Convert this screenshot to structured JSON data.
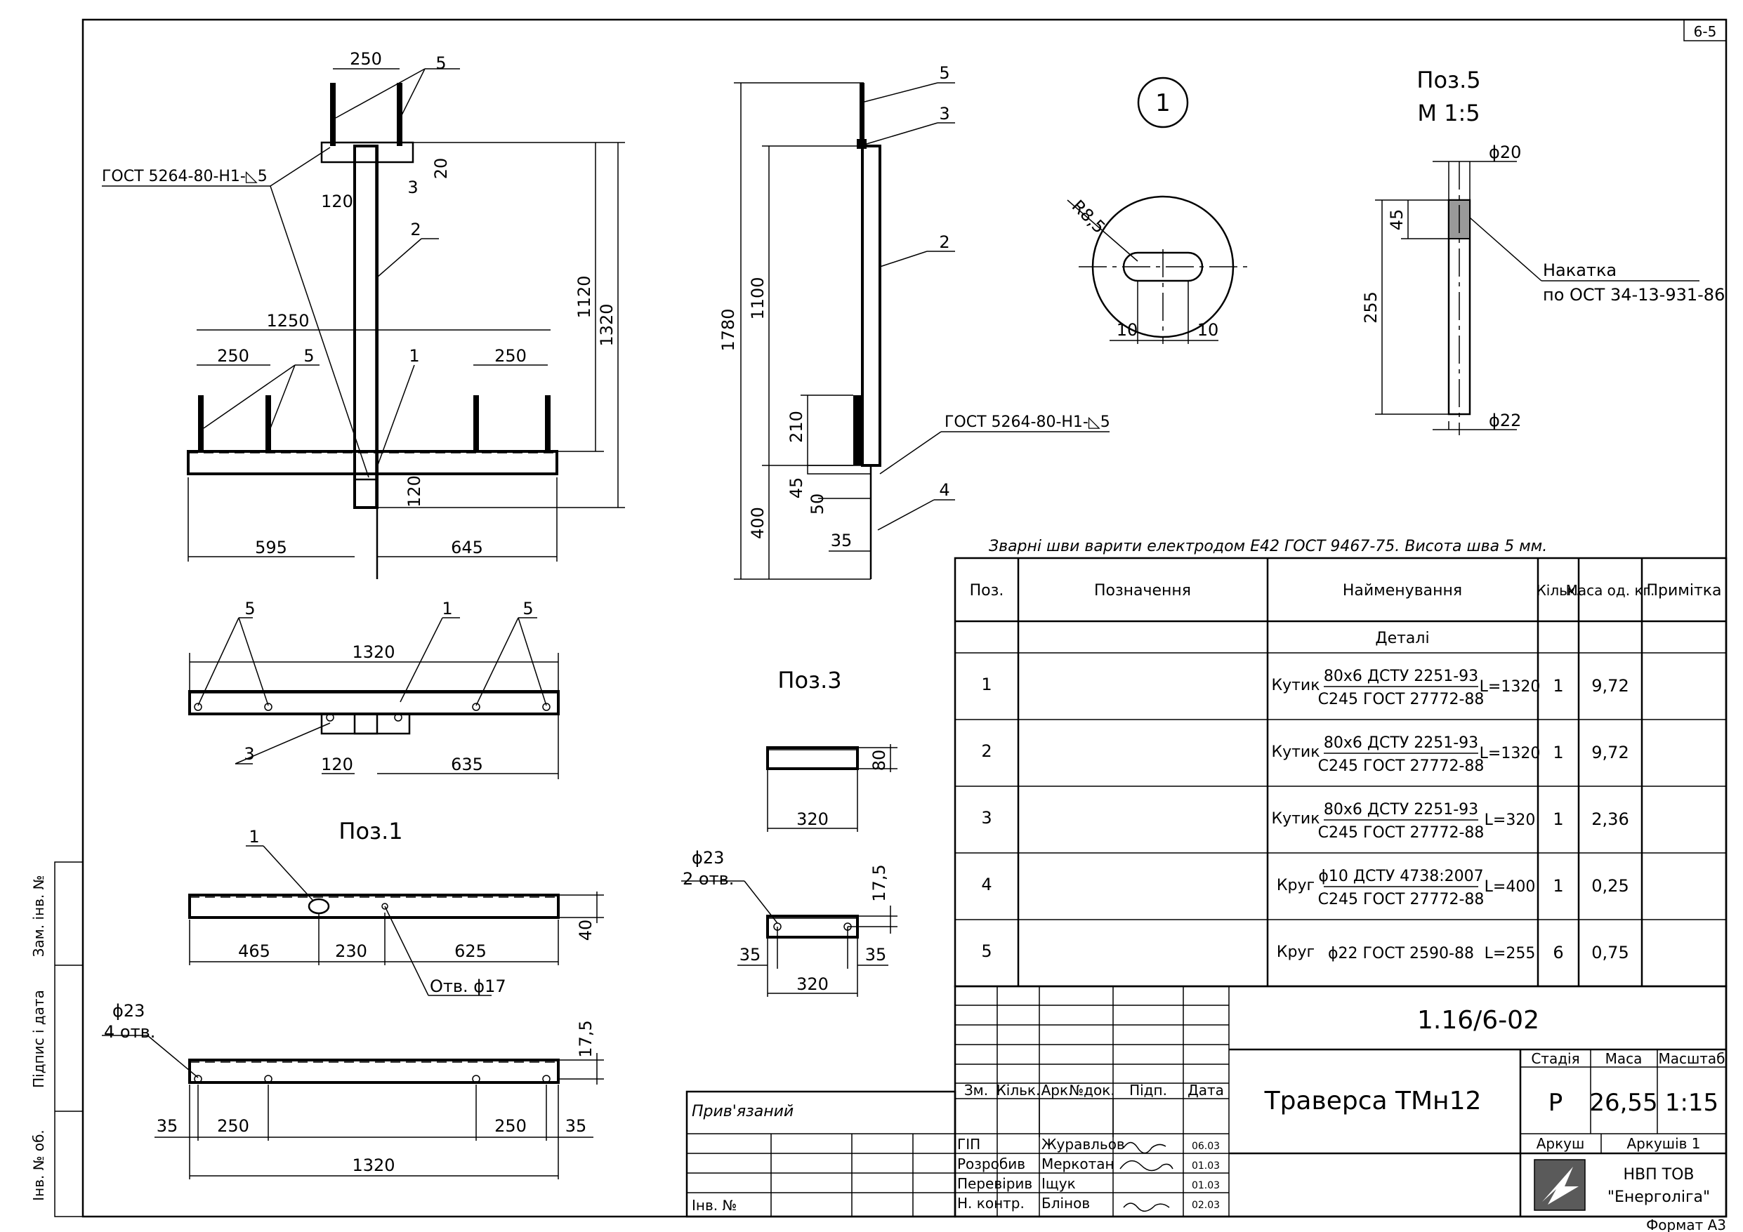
{
  "sheet_code": "6-5",
  "format": "Формат А3",
  "side_stamp": {
    "zam_inv": "Зам. інв. №",
    "pidpys_data": "Підпис і дата",
    "inv_orig": "Інв. № об."
  },
  "views": {
    "front": {
      "dims": [
        "250",
        "120",
        "20",
        "1250",
        "250",
        "250",
        "1120",
        "1320",
        "120",
        "595",
        "645"
      ],
      "callouts": [
        "5",
        "3",
        "2",
        "5",
        "1"
      ],
      "weld": "ГОСТ 5264-80-Н1-◺5"
    },
    "side": {
      "dims": [
        "1780",
        "1100",
        "210",
        "45",
        "50",
        "400",
        "35"
      ],
      "callouts": [
        "5",
        "3",
        "2",
        "4"
      ],
      "weld": "ГОСТ 5264-80-Н1-◺5"
    },
    "top": {
      "dims": [
        "1320",
        "120",
        "635"
      ],
      "callouts": [
        "5",
        "1",
        "5",
        "3"
      ]
    },
    "detail1": {
      "label": "1",
      "radius": "R8,5",
      "dims": [
        "10",
        "10"
      ]
    },
    "pos5": {
      "title": "Поз.5",
      "scale": "М 1:5",
      "dims": [
        "ϕ20",
        "45",
        "255",
        "ϕ22"
      ],
      "note1": "Накатка",
      "note2": "по ОСТ 34-13-931-86"
    },
    "pos3": {
      "title": "Поз.3",
      "dims": [
        "80",
        "320",
        "17,5",
        "35",
        "35",
        "320"
      ],
      "hole1": "ϕ23",
      "hole2": "2 отв."
    },
    "pos1": {
      "title": "Поз.1",
      "callout": "1",
      "dims": [
        "465",
        "230",
        "625",
        "40",
        "17,5",
        "35",
        "250",
        "250",
        "35",
        "1320"
      ],
      "hole_note": "Отв. ϕ17",
      "hole1": "ϕ23",
      "hole2": "4 отв."
    }
  },
  "weld_note": "Зварні шви варити електродом Е42 ГОСТ 9467-75. Висота шва 5 мм.",
  "spec_table": {
    "headers": [
      "Поз.",
      "Позначення",
      "Найменування",
      "Кільк.",
      "Маса од. кг.",
      "Примітка"
    ],
    "section": "Деталі",
    "rows": [
      {
        "pos": "1",
        "type": "Кутик",
        "top": "80х6 ДСТУ 2251-93",
        "bottom": "С245 ГОСТ 27772-88",
        "len": "L=1320",
        "qty": "1",
        "mass": "9,72"
      },
      {
        "pos": "2",
        "type": "Кутик",
        "top": "80х6 ДСТУ 2251-93",
        "bottom": "С245 ГОСТ 27772-88",
        "len": "L=1320",
        "qty": "1",
        "mass": "9,72"
      },
      {
        "pos": "3",
        "type": "Кутик",
        "top": "80х6 ДСТУ 2251-93",
        "bottom": "С245 ГОСТ 27772-88",
        "len": "L=320",
        "qty": "1",
        "mass": "2,36"
      },
      {
        "pos": "4",
        "type": "Круг",
        "top": "ϕ10 ДСТУ 4738:2007",
        "bottom": "С245 ГОСТ 27772-88",
        "len": "L=400",
        "qty": "1",
        "mass": "0,25"
      },
      {
        "pos": "5",
        "type": "Круг",
        "top": "",
        "bottom": "ϕ22 ГОСТ 2590-88",
        "len": "L=255",
        "qty": "6",
        "mass": "0,75"
      }
    ]
  },
  "title_block": {
    "designation": "1.16/6-02",
    "name": "Траверса ТМн12",
    "col_headers": [
      "Зм.",
      "Кільк.",
      "Арк.",
      "№док.",
      "Підп.",
      "Дата"
    ],
    "stage_label": "Стадія",
    "mass_label": "Маса",
    "scale_label": "Масштаб",
    "stage": "Р",
    "mass": "26,55",
    "scale": "1:15",
    "sheet_label": "Аркуш",
    "sheets_label": "Аркушів 1",
    "company1": "НВП ТОВ",
    "company2": "\"Енерголіга\"",
    "roles": [
      {
        "role": "ГІП",
        "name": "Журавльов",
        "date": "06.03"
      },
      {
        "role": "Розробив",
        "name": "Меркотан",
        "date": "01.03"
      },
      {
        "role": "Перевірив",
        "name": "Іщук",
        "date": "01.03"
      },
      {
        "role": "Н. контр.",
        "name": "Блінов",
        "date": "02.03"
      }
    ],
    "linked": "Прив'язаний",
    "inv": "Інв. №"
  }
}
